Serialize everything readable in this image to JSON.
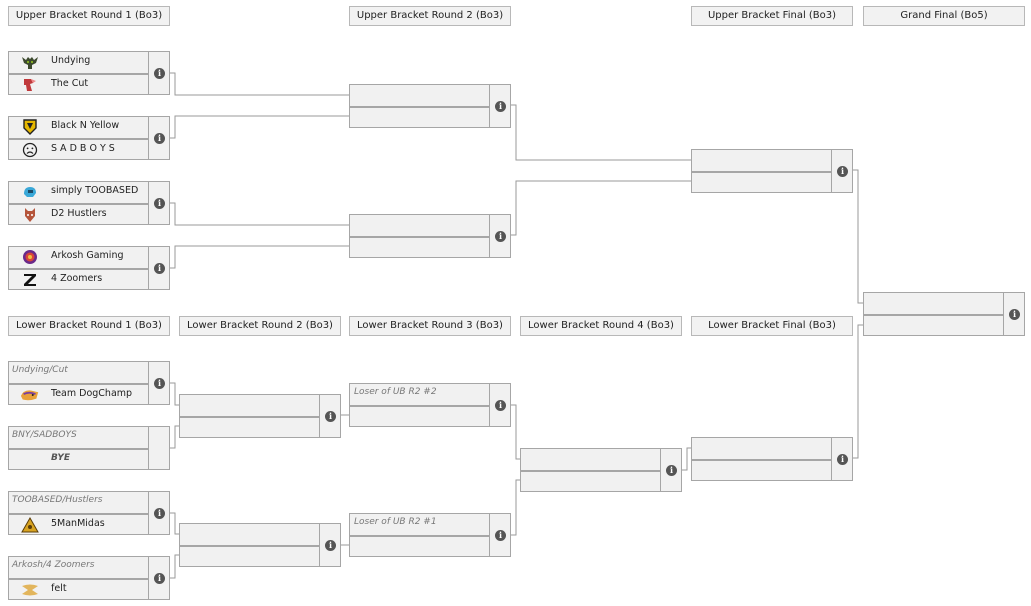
{
  "headers": {
    "ub_r1": "Upper Bracket Round 1 (Bo3)",
    "ub_r2": "Upper Bracket Round 2 (Bo3)",
    "ub_final": "Upper Bracket Final (Bo3)",
    "grand_final": "Grand Final (Bo5)",
    "lb_r1": "Lower Bracket Round 1 (Bo3)",
    "lb_r2": "Lower Bracket Round 2 (Bo3)",
    "lb_r3": "Lower Bracket Round 3 (Bo3)",
    "lb_r4": "Lower Bracket Round 4 (Bo3)",
    "lb_final": "Lower Bracket Final (Bo3)"
  },
  "upper_r1": [
    {
      "top": "Undying",
      "bottom": "The Cut"
    },
    {
      "top": "Black N Yellow",
      "bottom": "S A D B O Y S"
    },
    {
      "top": "simply TOOBASED",
      "bottom": "D2 Hustlers"
    },
    {
      "top": "Arkosh Gaming",
      "bottom": "4 Zoomers"
    }
  ],
  "lower_r1": [
    {
      "top": "Undying/Cut",
      "bottom": "Team DogChamp"
    },
    {
      "top": "BNY/SADBOYS",
      "bottom": "BYE"
    },
    {
      "top": "TOOBASED/Hustlers",
      "bottom": "5ManMidas"
    },
    {
      "top": "Arkosh/4 Zoomers",
      "bottom": "felt"
    }
  ],
  "lower_r3": [
    {
      "top": "Loser of UB R2 #2"
    },
    {
      "top": "Loser of UB R2 #1"
    }
  ],
  "info_glyph": "i",
  "icons": {
    "undying": "undying-logo-icon",
    "the_cut": "the-cut-logo-icon",
    "bny": "black-n-yellow-logo-icon",
    "sadboys": "sad-face-icon",
    "toobased": "toobased-logo-icon",
    "hustlers": "d2-hustlers-logo-icon",
    "arkosh": "arkosh-logo-icon",
    "zoomers": "4-zoomers-logo-icon",
    "dogchamp": "dogchamp-logo-icon",
    "midas": "5manmidas-logo-icon",
    "felt": "felt-logo-icon",
    "info": "info-icon"
  }
}
